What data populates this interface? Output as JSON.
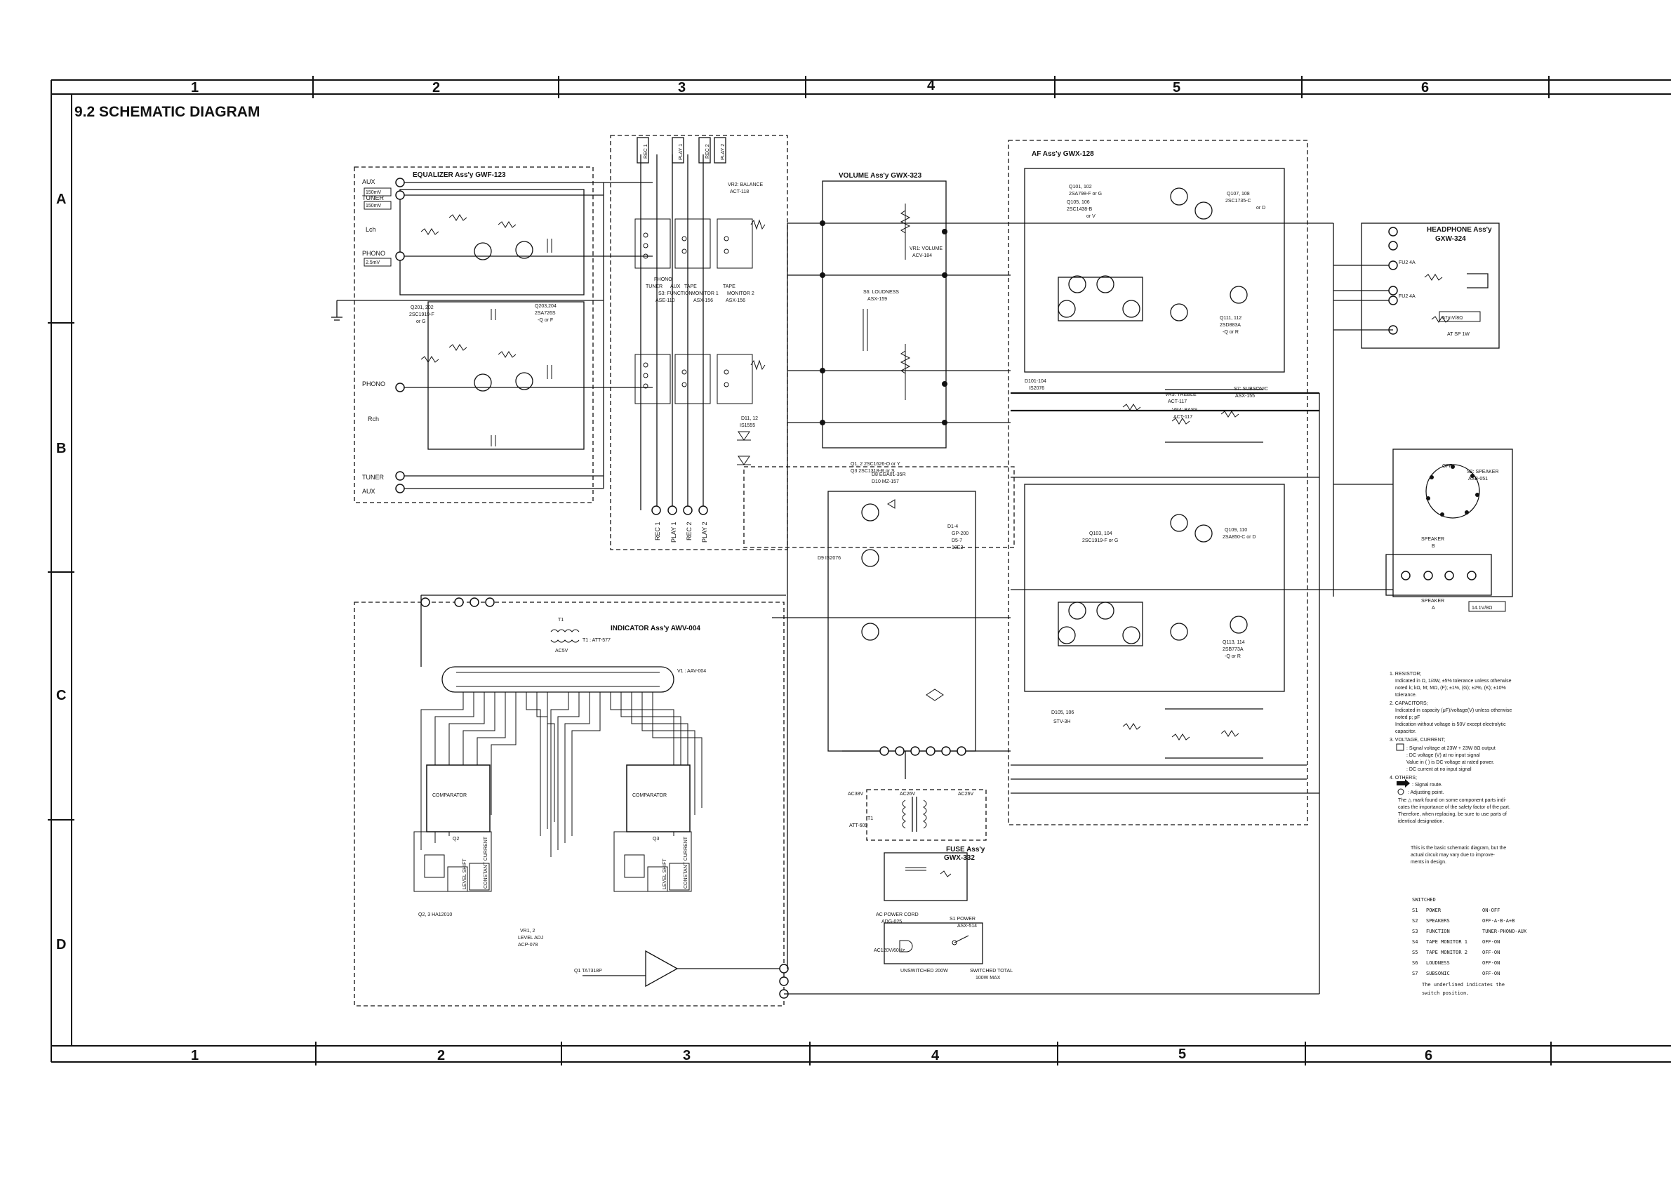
{
  "title": "9.2 SCHEMATIC DIAGRAM",
  "grid": {
    "columns": [
      "1",
      "2",
      "3",
      "4",
      "5",
      "6"
    ],
    "rows": [
      "A",
      "B",
      "C",
      "D"
    ]
  },
  "blocks": {
    "equalizer": "EQUALIZER Ass'y   GWF-123",
    "volume": "VOLUME  Ass'y   GWX-323",
    "af": "AF  Ass'y    GWX-128",
    "headphone": "HEADPHONE  Ass'y",
    "headphone_part": "GXW-324",
    "indicator": "INDICATOR  Ass'y   AWV-004",
    "fuse": "FUSE  Ass'y",
    "fuse_part": "GWX-332"
  },
  "inputs": {
    "aux_top": "AUX",
    "aux_top_level": "150mV",
    "tuner_top": "TUNER",
    "tuner_top_level": "150mV",
    "lch": "Lch",
    "phono_top": "PHONO",
    "phono_level": "2.5mV",
    "phono_bottom": "PHONO",
    "rch": "Rch",
    "tuner_bottom": "TUNER",
    "aux_bottom": "AUX"
  },
  "transistor_labels": {
    "q201": "Q201, 202",
    "q201_type": "2SC1919-F",
    "q201_alt": "or G",
    "q203": "Q203,204",
    "q203_type": "2SA726S",
    "q203_alt": "-Q or F",
    "q1q2": "Q1, 2  2SC1626-O or Y",
    "q3": "Q3    2SC1318-R or S",
    "d8": "D8   EGA01-35R",
    "d10": "D10  MZ-157",
    "d1_4": "D1-4",
    "gp200": "GP-200",
    "d5_7": "D5-7",
    "d5_7_type": "10E2",
    "d9": "D9  IS2076",
    "d11": "D11, 12",
    "d11_type": "IS1555",
    "q101": "Q101, 102",
    "q101_type": "2SA798-F or G",
    "q105": "Q105, 106",
    "q105_type": "2SC1438-B",
    "q105_alt": "or V",
    "q107": "Q107, 108",
    "q107_type": "2SC1735-C",
    "q107_alt": "or D",
    "q111": "Q111, 112",
    "q111_type": "2SD883A",
    "q111_alt": "-Q or R",
    "d101": "D101-104",
    "d101_type": "IS2076",
    "q103": "Q103, 104",
    "q103_type": "2SC1919-F or G",
    "q109": "Q109, 110",
    "q109_type": "2SA850-C or D",
    "q113": "Q113, 114",
    "q113_type": "2SB773A",
    "q113_alt": "-Q or R",
    "d105": "D105, 106",
    "d105_type": "STV-3H",
    "q23": "Q2, 3   HA12010",
    "q1ic": "Q1  TA7318P"
  },
  "controls": {
    "balance": "VR2: BALANCE",
    "balance_part": "ACT-118",
    "volume": "VR1: VOLUME",
    "volume_part": "ACV-184",
    "loudness": "S6: LOUDNESS",
    "loudness_part": "ASX-159",
    "function": "S3: FUNCTION",
    "function_part": "ASE-110",
    "monitor1": "MONITOR 1",
    "monitor1_part": "ASX-156",
    "monitor2": "MONITOR 2",
    "monitor2_part": "ASX-156",
    "phono": "PHONO",
    "tuner": "TUNER",
    "aux": "AUX",
    "tape": "TAPE",
    "treble": "VR3: TREBLE",
    "treble_part": "ACT-117",
    "bass": "VR4: BASS",
    "bass_part": "ACT-117",
    "subsonic": "S7: SUBSONIC",
    "subsonic_part": "ASX-155",
    "speaker_switch": "S2: SPEAKER",
    "speaker_switch_part": "ASB-051",
    "power_switch": "S1 POWER",
    "power_switch_part": "ASX-514",
    "level_adj": "VR1, 2",
    "level_adj_label": "LEVEL ADJ",
    "level_adj_part": "ACP-078"
  },
  "rec_play": [
    "REC 1",
    "PLAY 1",
    "REC 2",
    "PLAY 2"
  ],
  "rec_play_bottom": [
    "REC 1",
    "PLAY 1",
    "REC 2",
    "PLAY 2"
  ],
  "indicator": {
    "t1": "T1",
    "t1_part": "T1 : ATT-577",
    "v1": "V1 : AAV-004",
    "comparator": "COMPARATOR",
    "level_shift": "LEVEL SHIFT",
    "level_shift2": "LEVEL SHIFT",
    "constant_current": "CONSTANT CURRENT",
    "q2": "Q2",
    "q3": "Q3",
    "ac5v": "AC5V"
  },
  "power": {
    "ac38v": "AC38V",
    "ac26v": "AC26V",
    "ac26v_b": "AC26V",
    "t1": "T1",
    "t1_part": "ATT-609",
    "ac_cord": "AC POWER CORD",
    "ac_cord_part": "ADG-025",
    "ac_input": "AC120V/60Hz",
    "unswitched": "UNSWITCHED 200W",
    "switched": "SWITCHED TOTAL",
    "switched_max": "100W MAX"
  },
  "outputs": {
    "headphone_fu": "FU2  4A",
    "at_sp": "AT SP 1W",
    "hp_level": "67mV/8Ω",
    "speaker_b": "SPEAKER",
    "speaker_b_letter": "B",
    "speaker_a": "SPEAKER",
    "speaker_a_letter": "A",
    "speaker_level": "14.1V/8Ω",
    "speaker_switch_off": "OFF"
  },
  "notes": {
    "n1_title": "1. RESISTOR;",
    "n1_a": "Indicated in Ω, 1/4W, ±5% tolerance unless otherwise",
    "n1_b": "noted k; kΩ, M; MΩ, (F); ±1%, (G); ±2%, (K); ±10%",
    "n1_c": "tolerance.",
    "n2_title": "2. CAPACITORS;",
    "n2_a": "Indicated in capacity (μF)/voltage(V) unless otherwise",
    "n2_b": "noted p; pF",
    "n2_c": "Indication without voltage is 50V except electrolytic",
    "n2_d": "capacitor.",
    "n3_title": "3. VOLTAGE, CURRENT;",
    "n3_a": ": Signal voltage at 23W + 23W 8Ω output",
    "n3_b": ": DC voltage (V) at no input signal",
    "n3_c": "Value in ( ) is DC voltage at rated power.",
    "n3_d": ": DC current at no input signal",
    "n4_title": "4. OTHERS;",
    "n4_a": ": Signal route.",
    "n4_b": ": Adjusting point.",
    "n4_c": "The △ mark found on some component parts indi-",
    "n4_d": "cates the importance of the safety factor of the part.",
    "n4_e": "Therefore, when replacing, be sure to use parts of",
    "n4_f": "identical designation.",
    "basic_a": "This is the basic schematic diagram, but the",
    "basic_b": "actual circuit may vary due to improve-",
    "basic_c": "ments in design."
  },
  "switch_table": {
    "title": "SWITCHED",
    "rows": [
      {
        "id": "S1",
        "name": "POWER",
        "pos": "ON-OFF"
      },
      {
        "id": "S2",
        "name": "SPEAKERS",
        "pos": "OFF-A-B-A+B"
      },
      {
        "id": "S3",
        "name": "FUNCTION",
        "pos": "TUNER-PHONO-AUX"
      },
      {
        "id": "S4",
        "name": "TAPE MONITOR 1",
        "pos": "OFF-ON"
      },
      {
        "id": "S5",
        "name": "TAPE MONITOR 2",
        "pos": "OFF-ON"
      },
      {
        "id": "S6",
        "name": "LOUDNESS",
        "pos": "OFF-ON"
      },
      {
        "id": "S7",
        "name": "SUBSONIC",
        "pos": "OFF-ON"
      }
    ],
    "footer_a": "The underlined indicates the",
    "footer_b": "switch position."
  }
}
